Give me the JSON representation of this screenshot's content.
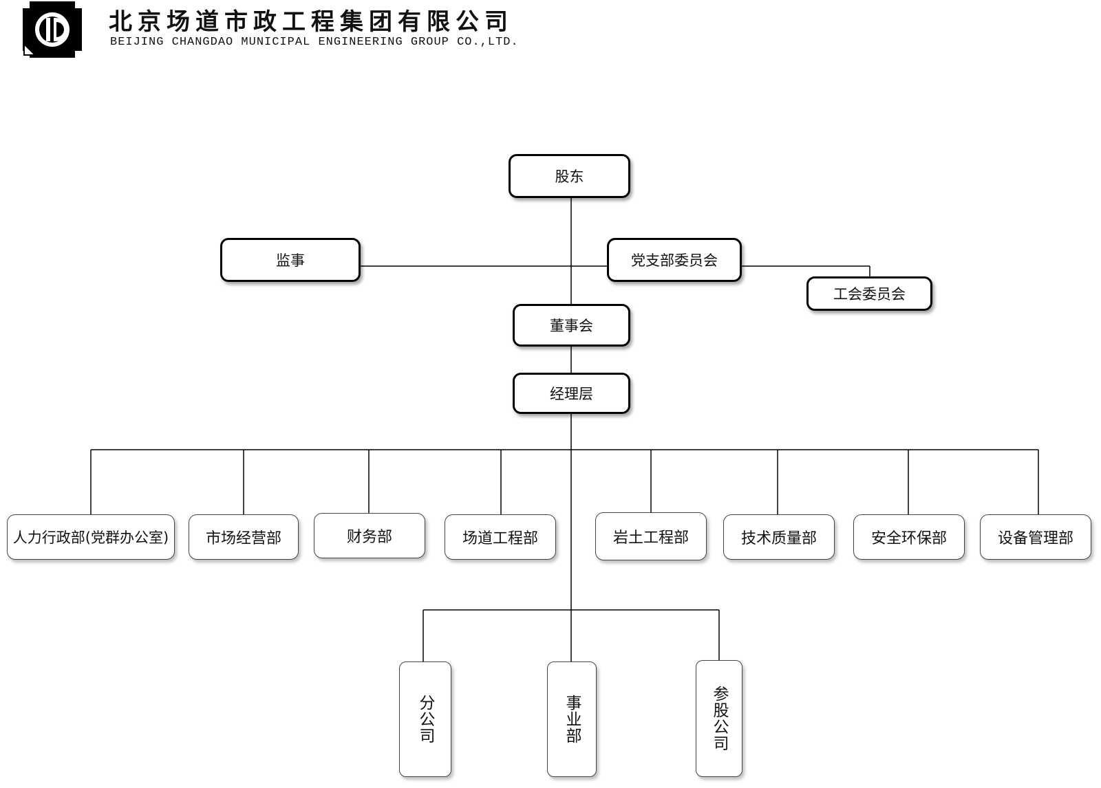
{
  "header": {
    "company_cn": "北京场道市政工程集团有限公司",
    "company_en": "BEIJING CHANGDAO MUNICIPAL ENGINEERING GROUP CO.,LTD."
  },
  "org": {
    "shareholders": "股东",
    "supervisor": "监事",
    "party_committee": "党支部委员会",
    "union_committee": "工会委员会",
    "board": "董事会",
    "management": "经理层",
    "departments": [
      "人力行政部(党群办公室)",
      "市场经营部",
      "财务部",
      "场道工程部",
      "岩土工程部",
      "技术质量部",
      "安全环保部",
      "设备管理部"
    ],
    "units": [
      "分公司",
      "事业部",
      "参股公司"
    ]
  }
}
